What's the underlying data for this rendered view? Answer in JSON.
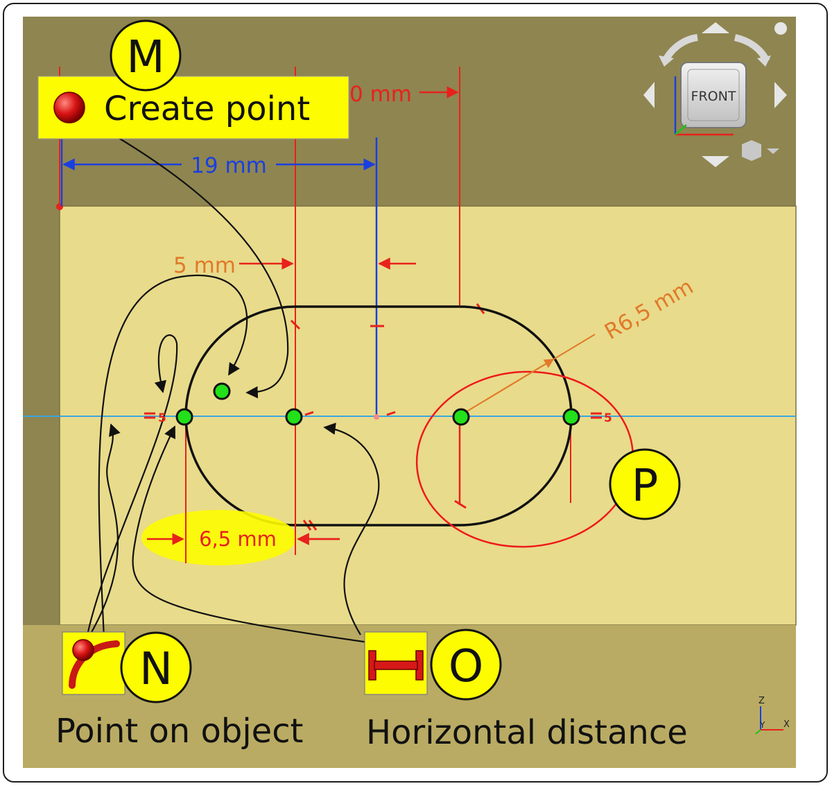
{
  "callouts": {
    "M": {
      "letter": "M",
      "label": "Create point"
    },
    "N": {
      "letter": "N",
      "label": "Point on object"
    },
    "O": {
      "letter": "O",
      "label": "Horizontal distance"
    },
    "P": {
      "letter": "P"
    }
  },
  "dimensions": {
    "top_partial": "0 mm",
    "width_19": "19 mm",
    "gap_5": "5 mm",
    "radius": "R6,5 mm",
    "bottom_6_5": "6,5 mm"
  },
  "constraint_marks": {
    "left_equal": "5",
    "right_equal": "5"
  },
  "navcube": {
    "face_label": "FRONT"
  },
  "axis_indicator": {
    "z": "Z",
    "y": "Y",
    "x": "X"
  },
  "colors": {
    "background_dark": "#8f8550",
    "sketch_area": "#e8db8b",
    "bottom_band": "#b9ab63",
    "dimension_red": "#e8211c",
    "dimension_blue": "#1a3fe0",
    "dimension_orange": "#e07a2a",
    "point_green": "#22e01a",
    "callout_yellow": "#fdfc00",
    "axis_blue": "#3aa6e0"
  }
}
